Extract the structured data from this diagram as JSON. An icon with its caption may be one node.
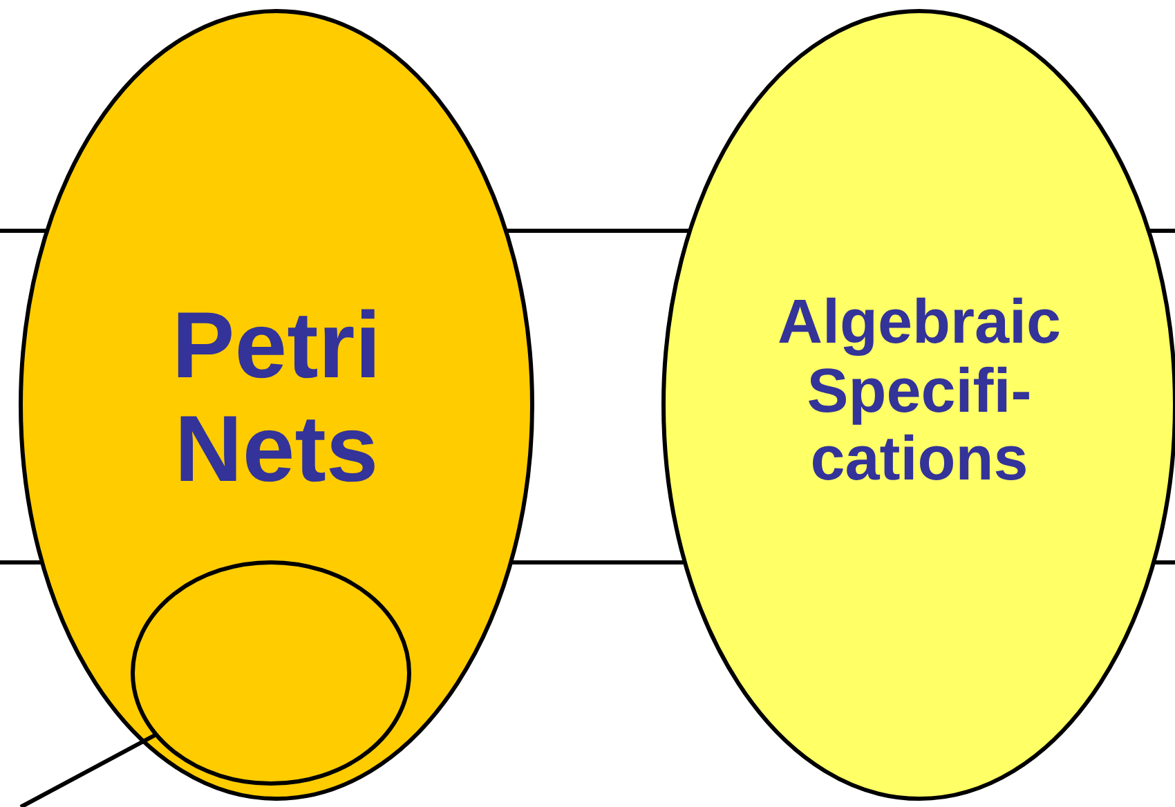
{
  "diagram": {
    "nodes": [
      {
        "text": [
          "Petri Nets"
        ]
      },
      {
        "text": [
          "Algebraic Specifi- cations"
        ]
      },
      {
        "text": [],
        "shape": "circle",
        "in": 0
      }
    ],
    "edges": [
      {
        "from": null,
        "to": 2,
        "arrow": "none"
      }
    ]
  }
}
